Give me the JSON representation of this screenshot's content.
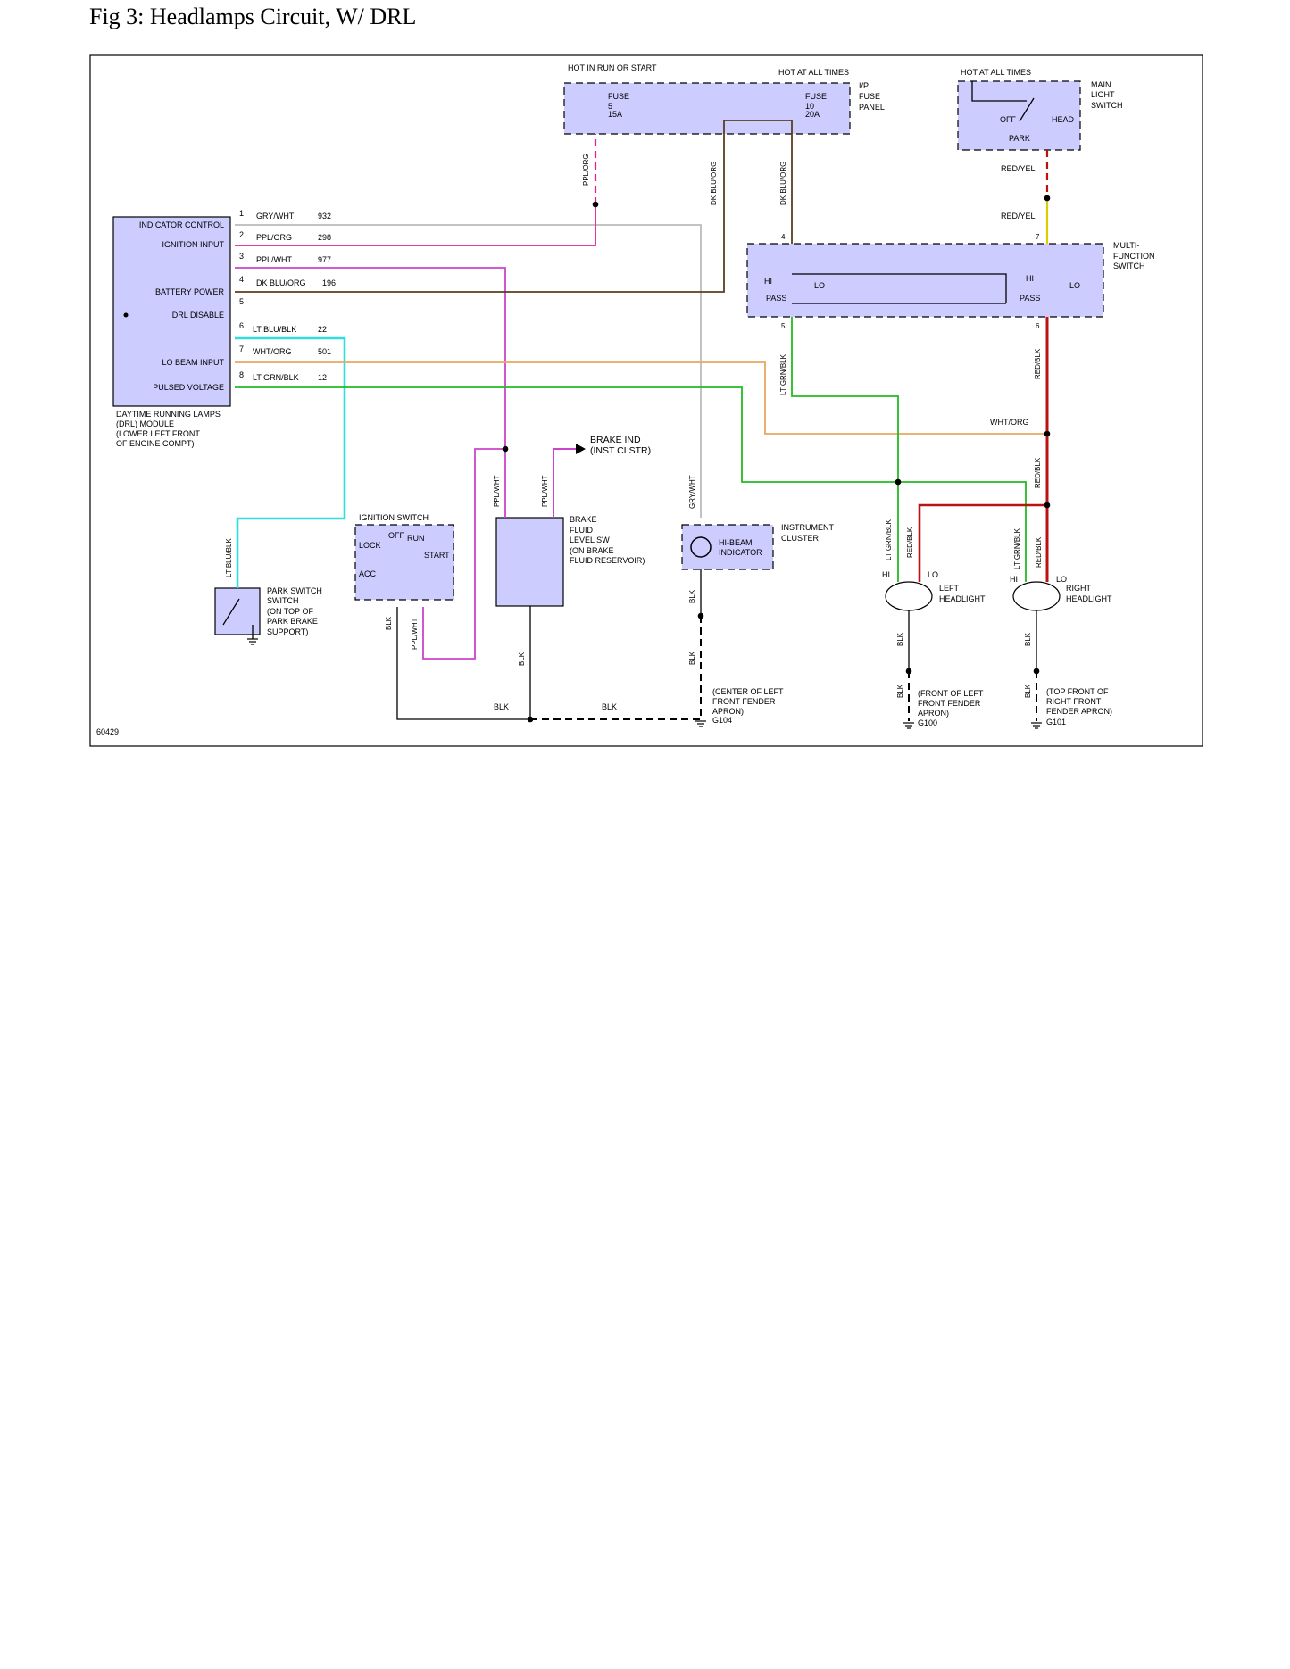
{
  "title": "Fig 3: Headlamps Circuit, W/ DRL",
  "figure_id": "60429",
  "colors": {
    "component_fill": "#ccccff",
    "gry_wht": "#bbbbbb",
    "ppl_org": "#e0208e",
    "ppl_wht": "#cc44cc",
    "dk_blu_org": "#5a3f1e",
    "lt_blu_blk": "#33dddd",
    "wht_org": "#e8a860",
    "lt_grn_blk": "#22bb22",
    "red_blk": "#bb1111",
    "red_yel": "#ddcc00"
  },
  "drl_module": {
    "pin_labels": [
      "INDICATOR CONTROL",
      "IGNITION INPUT",
      "BATTERY POWER",
      "DRL DISABLE",
      "LO BEAM INPUT",
      "PULSED VOLTAGE"
    ],
    "caption": [
      "DAYTIME RUNNING LAMPS",
      "(DRL) MODULE",
      "(LOWER LEFT FRONT",
      "OF ENGINE COMPT)"
    ],
    "wires": [
      {
        "pin": "1",
        "color": "GRY/WHT",
        "circuit": "932"
      },
      {
        "pin": "2",
        "color": "PPL/ORG",
        "circuit": "298"
      },
      {
        "pin": "3",
        "color": "PPL/WHT",
        "circuit": "977"
      },
      {
        "pin": "4",
        "color": "DK BLU/ORG",
        "circuit": "196"
      },
      {
        "pin": "5",
        "color": "",
        "circuit": ""
      },
      {
        "pin": "6",
        "color": "LT BLU/BLK",
        "circuit": "22"
      },
      {
        "pin": "7",
        "color": "WHT/ORG",
        "circuit": "501"
      },
      {
        "pin": "8",
        "color": "LT GRN/BLK",
        "circuit": "12"
      }
    ]
  },
  "fuse_panel": {
    "hot_run_start": "HOT IN RUN OR START",
    "hot_all_times": "HOT AT ALL TIMES",
    "fuse_a": [
      "FUSE",
      "5",
      "15A"
    ],
    "fuse_b": [
      "FUSE",
      "10",
      "20A"
    ],
    "label": [
      "I/P",
      "FUSE",
      "PANEL"
    ]
  },
  "main_light_switch": {
    "hot": "HOT AT ALL TIMES",
    "label": [
      "MAIN",
      "LIGHT",
      "SWITCH"
    ],
    "positions": [
      "OFF",
      "PARK",
      "HEAD"
    ]
  },
  "multifunction_switch": {
    "label": [
      "MULTI-",
      "FUNCTION",
      "SWITCH"
    ],
    "pins": [
      "4",
      "7",
      "5",
      "6"
    ],
    "positions": [
      "HI",
      "LO",
      "PASS",
      "HI",
      "LO",
      "PASS"
    ]
  },
  "ignition_switch": {
    "label": "IGNITION SWITCH",
    "positions": [
      "LOCK",
      "OFF",
      "RUN",
      "START",
      "ACC"
    ]
  },
  "brake_fluid_switch": {
    "label": [
      "BRAKE",
      "FLUID",
      "LEVEL SW",
      "(ON BRAKE",
      "FLUID RESERVOIR)"
    ],
    "brake_ind": [
      "BRAKE IND",
      "(INST CLSTR)"
    ]
  },
  "instrument_cluster": {
    "label": [
      "INSTRUMENT",
      "CLUSTER"
    ],
    "indicator": [
      "HI-BEAM",
      "INDICATOR"
    ]
  },
  "park_switch": {
    "label": [
      "PARK SWITCH",
      "SWITCH",
      "(ON TOP OF",
      "PARK BRAKE",
      "SUPPORT)"
    ]
  },
  "headlights": {
    "left": [
      "LEFT",
      "HEADLIGHT"
    ],
    "right": [
      "RIGHT",
      "HEADLIGHT"
    ],
    "hi": "HI",
    "lo": "LO"
  },
  "grounds": {
    "g104": [
      "(CENTER OF LEFT",
      "FRONT FENDER",
      "APRON)",
      "G104"
    ],
    "g100": [
      "(FRONT OF LEFT",
      "FRONT FENDER",
      "APRON)",
      "G100"
    ],
    "g101": [
      "(TOP FRONT OF",
      "RIGHT FRONT",
      "FENDER APRON)",
      "G101"
    ]
  },
  "wire_labels": {
    "ppl_org": "PPL/ORG",
    "dk_blu_org": "DK BLU/ORG",
    "red_yel": "RED/YEL",
    "lt_grn_blk": "LT GRN/BLK",
    "red_blk": "RED/BLK",
    "wht_org": "WHT/ORG",
    "ppl_wht": "PPL/WHT",
    "gry_wht": "GRY/WHT",
    "lt_blu_blk": "LT BLU/BLK",
    "blk": "BLK"
  }
}
